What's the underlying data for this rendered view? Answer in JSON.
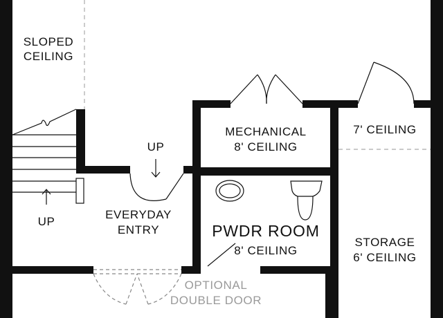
{
  "rooms": {
    "sloped_ceiling": [
      "SLOPED",
      "CEILING"
    ],
    "mechanical": [
      "MECHANICAL",
      "8' CEILING"
    ],
    "seven_ceiling": "7' CEILING",
    "everyday_entry": [
      "EVERYDAY",
      "ENTRY"
    ],
    "pwdr_room": [
      "PWDR ROOM",
      "8' CEILING"
    ],
    "storage": [
      "STORAGE",
      "6' CEILING"
    ],
    "optional_door": [
      "OPTIONAL",
      "DOUBLE DOOR"
    ]
  },
  "stairs": {
    "up_entry": "UP",
    "up_stairs": "UP"
  },
  "colors": {
    "wall": "#111111",
    "dashed": "#aaaaaa",
    "muted_text": "#9a9a9a"
  }
}
